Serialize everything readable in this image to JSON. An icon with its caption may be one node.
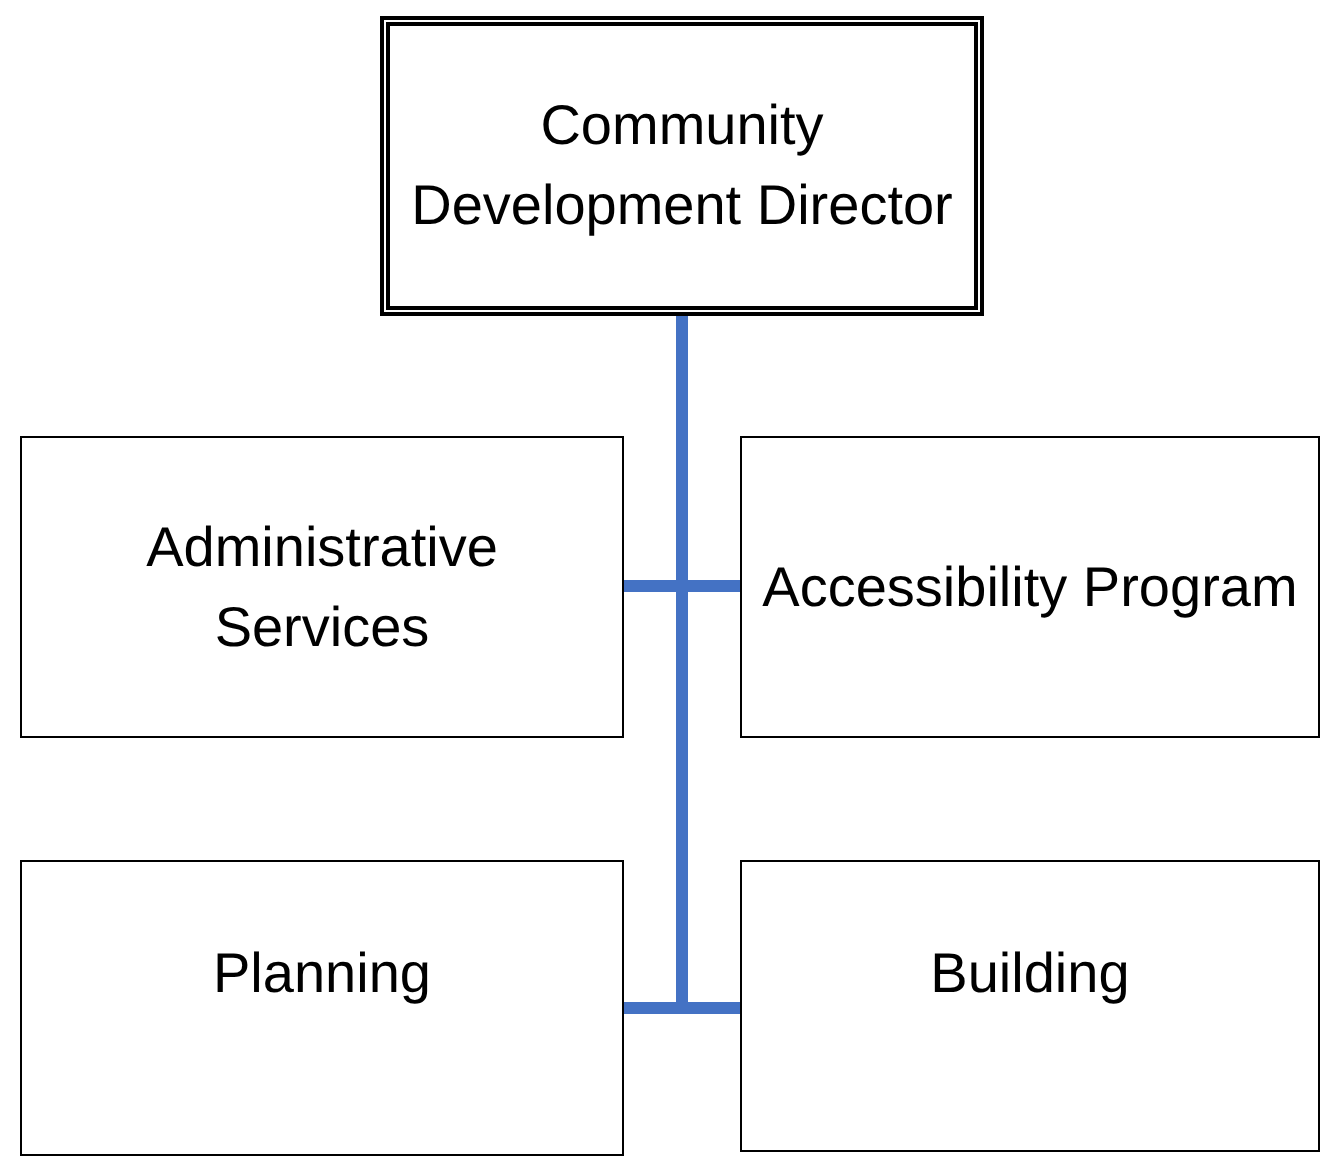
{
  "diagram": {
    "nodes": [
      {
        "text": [
          "Community Development Director"
        ]
      },
      {
        "text": [
          "Administrative Services"
        ]
      },
      {
        "text": [
          "Accessibility Program"
        ]
      },
      {
        "text": [
          "Planning"
        ]
      },
      {
        "text": [
          "Building"
        ]
      }
    ],
    "edges": [
      {
        "from": 0,
        "to": 1,
        "arrow": "none"
      },
      {
        "from": 0,
        "to": 2,
        "arrow": "none"
      },
      {
        "from": 0,
        "to": 3,
        "arrow": "none"
      },
      {
        "from": 0,
        "to": 4,
        "arrow": "none"
      }
    ]
  }
}
